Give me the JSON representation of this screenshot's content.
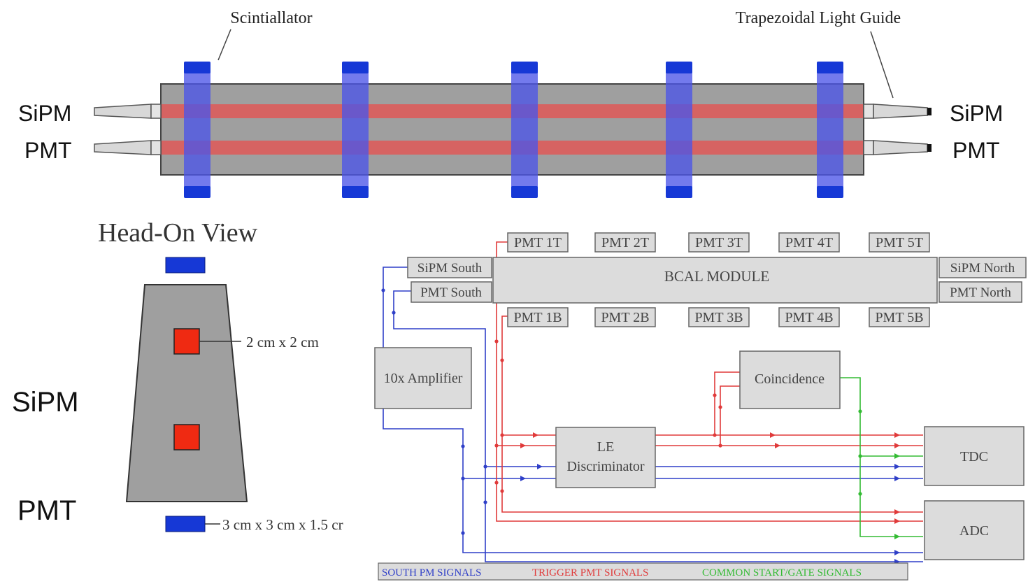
{
  "top_view": {
    "scintillator_label": "Scintiallator",
    "light_guide_label": "Trapezoidal Light Guide",
    "left_labels": [
      "SiPM",
      "PMT"
    ],
    "right_labels": [
      "SiPM",
      "PMT"
    ]
  },
  "head_on": {
    "title": "Head-On View",
    "sipm_label": "SiPM",
    "pmt_label": "PMT",
    "cell_size_label": "2 cm x 2 cm",
    "scint_size_label": "3 cm x 3 cm x 1.5 cr"
  },
  "schematic": {
    "module_label": "BCAL MODULE",
    "top_pmts": [
      "PMT 1T",
      "PMT 2T",
      "PMT 3T",
      "PMT 4T",
      "PMT 5T"
    ],
    "bottom_pmts": [
      "PMT 1B",
      "PMT 2B",
      "PMT 3B",
      "PMT 4B",
      "PMT 5B"
    ],
    "sipm_south": "SiPM South",
    "pmt_south": "PMT South",
    "sipm_north": "SiPM North",
    "pmt_north": "PMT North",
    "amplifier": "10x Amplifier",
    "coincidence": "Coincidence",
    "discriminator_line1": "LE",
    "discriminator_line2": "Discriminator",
    "tdc": "TDC",
    "adc": "ADC"
  },
  "legend": [
    {
      "label": "SOUTH PM SIGNALS",
      "color": "#2f3fc8"
    },
    {
      "label": "TRIGGER PMT SIGNALS",
      "color": "#e03a3a"
    },
    {
      "label": "COMMON START/GATE SIGNALS",
      "color": "#33bb33"
    }
  ],
  "colors": {
    "module_gray": "#9f9f9f",
    "fiber_red": "#d9605f",
    "scint_blue": "#1638d6",
    "box_fill": "#dcdcdc",
    "signal_blue": "#2f3fc8",
    "signal_red": "#e03a3a",
    "signal_green": "#33bb33"
  }
}
